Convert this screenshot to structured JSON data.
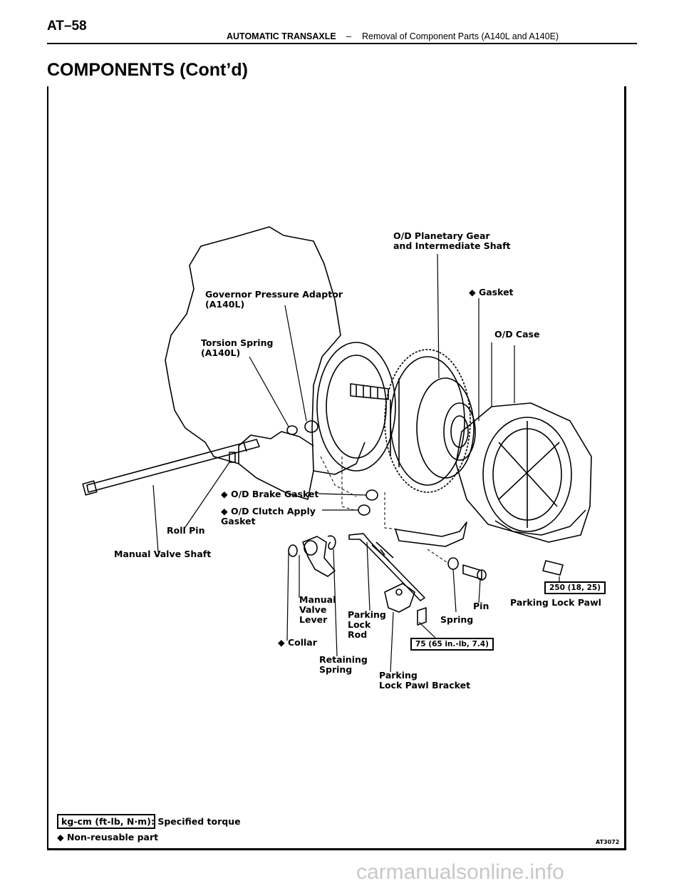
{
  "header": {
    "page_number": "AT–58",
    "section": "AUTOMATIC TRANSAXLE",
    "separator": "–",
    "subsection": "Removal of Component Parts (A140L and A140E)"
  },
  "title": "COMPONENTS (Cont’d)",
  "labels": {
    "od_planetary": "O/D Planetary Gear\nand Intermediate Shaft",
    "gasket": "◆ Gasket",
    "od_case": "O/D Case",
    "governor": "Governor Pressure Adaptor\n(A140L)",
    "torsion_spring": "Torsion Spring\n(A140L)",
    "od_brake_gasket": "◆ O/D Brake Gasket",
    "od_clutch_gasket": "◆ O/D Clutch Apply\n    Gasket",
    "roll_pin": "Roll Pin",
    "manual_valve_shaft": "Manual Valve Shaft",
    "manual_valve_lever": "Manual\nValve\nLever",
    "collar": "◆ Collar",
    "retaining_spring": "Retaining\nSpring",
    "parking_lock_rod": "Parking\nLock\nRod",
    "parking_lock_pawl_bracket": "Parking\nLock Pawl Bracket",
    "spring": "Spring",
    "pin": "Pin",
    "parking_lock_pawl": "Parking Lock Pawl"
  },
  "torques": {
    "bracket_bolt": "75 (65 in.-lb, 7.4)",
    "case_bolt": "250 (18, 25)"
  },
  "legend": {
    "torque_box": "kg-cm (ft-lb, N·m)",
    "torque_text": ": Specified torque",
    "nonreusable": "◆ Non-reusable part"
  },
  "figure_code": "AT3072",
  "watermark": "carmanualsonline.info"
}
